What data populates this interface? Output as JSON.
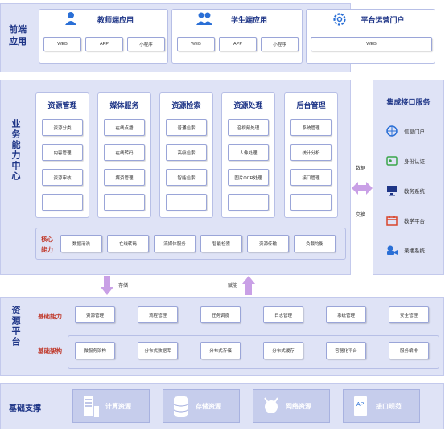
{
  "frontend": {
    "title": "前端应用",
    "apps": [
      {
        "title": "教师端应用",
        "icon": "teacher-icon",
        "buttons": [
          "WEB",
          "APP",
          "小程序"
        ]
      },
      {
        "title": "学生端应用",
        "icon": "students-icon",
        "buttons": [
          "WEB",
          "APP",
          "小程序"
        ]
      },
      {
        "title": "平台运营门户",
        "icon": "gear-icon",
        "buttons": [
          "WEB"
        ]
      }
    ]
  },
  "business": {
    "title": "业务能力中心",
    "cards": [
      {
        "title": "资源管理",
        "items": [
          "资源分类",
          "内容管理",
          "资源审核",
          "..."
        ]
      },
      {
        "title": "媒体服务",
        "items": [
          "在线点播",
          "在线转码",
          "媒资管理",
          "..."
        ]
      },
      {
        "title": "资源检索",
        "items": [
          "普通检索",
          "高级检索",
          "智能检索",
          "..."
        ]
      },
      {
        "title": "资源处理",
        "items": [
          "音视频处理",
          "人像处理",
          "图片OCR处理",
          "..."
        ]
      },
      {
        "title": "后台管理",
        "items": [
          "系统管理",
          "统计分析",
          "接口管理",
          "..."
        ]
      }
    ],
    "core": {
      "label": "核心能力",
      "items": [
        "数据清洗",
        "在线转码",
        "流媒体服务",
        "智能检索",
        "资源传输",
        "负载均衡"
      ]
    }
  },
  "exchange": {
    "top": "数据",
    "bottom": "交换"
  },
  "integration": {
    "title": "集成接口服务",
    "items": [
      {
        "label": "信息门户",
        "icon": "globe-icon"
      },
      {
        "label": "身份认证",
        "icon": "id-card-icon"
      },
      {
        "label": "教务系统",
        "icon": "computer-icon"
      },
      {
        "label": "教学平台",
        "icon": "calendar-icon"
      },
      {
        "label": "录播系统",
        "icon": "camera-icon"
      }
    ]
  },
  "arrows": {
    "down": "存储",
    "up": "赋能"
  },
  "resource": {
    "title": "资源平台",
    "capability": {
      "label": "基础能力",
      "items": [
        "资源管理",
        "流程管理",
        "任务调度",
        "日志管理",
        "系统管理",
        "安全管理"
      ]
    },
    "architecture": {
      "label": "基础架构",
      "items": [
        "微服务架构",
        "分布式数据库",
        "分布式存储",
        "分布式缓存",
        "容器化平台",
        "服务编排"
      ]
    }
  },
  "foundation": {
    "title": "基础支撑",
    "items": [
      {
        "label": "计算资源",
        "icon": "server-icon"
      },
      {
        "label": "存储资源",
        "icon": "database-icon"
      },
      {
        "label": "网络资源",
        "icon": "network-icon"
      },
      {
        "label": "接口规范",
        "icon": "api-doc-icon"
      }
    ]
  },
  "colors": {
    "title": "#1e3587",
    "accent": "#c0392b",
    "layer_bg": "#dfe3f6",
    "arrow": "#c9a0e6"
  }
}
